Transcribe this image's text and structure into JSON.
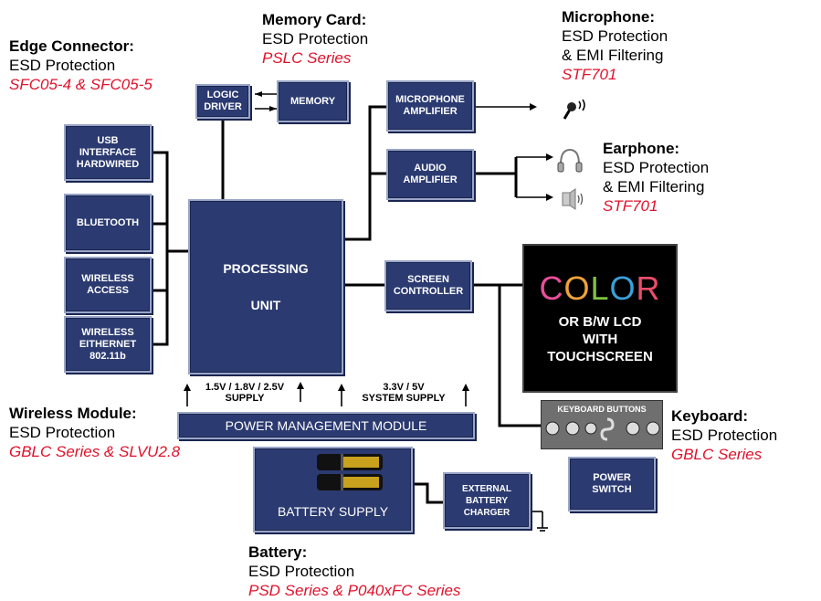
{
  "annotations": {
    "edge": {
      "title": "Edge Connector:",
      "line": "ESD Protection",
      "series": "SFC05-4 & SFC05-5"
    },
    "memory": {
      "title": "Memory  Card:",
      "line": "ESD Protection",
      "series": "PSLC Series"
    },
    "microphone": {
      "title": "Microphone:",
      "line1": "ESD Protection",
      "line2": "& EMI Filtering",
      "series": "STF701"
    },
    "earphone": {
      "title": "Earphone:",
      "line1": "ESD Protection",
      "line2": "& EMI Filtering",
      "series": "STF701"
    },
    "wireless": {
      "title": "Wireless Module:",
      "line": "ESD Protection",
      "series": "GBLC Series & SLVU2.8"
    },
    "keyboard": {
      "title": "Keyboard:",
      "line": "ESD Protection",
      "series": "GBLC Series"
    },
    "battery": {
      "title": "Battery:",
      "line": "ESD Protection",
      "series": "PSD Series & P040xFC Series"
    }
  },
  "blocks": {
    "logic_driver": "LOGIC DRIVER",
    "memory": "MEMORY",
    "mic_amp": "MICROPHONE AMPLIFIER",
    "audio_amp": "AUDIO AMPLIFIER",
    "usb": "USB INTERFACE HARDWIRED",
    "bluetooth": "BLUETOOTH",
    "wireless_access": "WIRELESS ACCESS",
    "wireless_ethernet": "WIRELESS EITHERNET 802.11b",
    "processing": "PROCESSING",
    "unit": "UNIT",
    "screen_controller": "SCREEN CONTROLLER",
    "power_mgmt": "POWER MANAGEMENT MODULE",
    "battery_supply": "BATTERY SUPPLY",
    "charger": "EXTERNAL BATTERY CHARGER",
    "power_switch": "POWER SWITCH"
  },
  "supply": {
    "left_volts": "1.5V / 1.8V / 2.5V",
    "left_label": "SUPPLY",
    "right_volts": "3.3V / 5V",
    "right_label": "SYSTEM SUPPLY"
  },
  "lcd": {
    "color_letters": [
      {
        "ch": "C",
        "color": "#e94e9a"
      },
      {
        "ch": "O",
        "color": "#f2a23a"
      },
      {
        "ch": "L",
        "color": "#7fc242"
      },
      {
        "ch": "O",
        "color": "#3aa0d8"
      },
      {
        "ch": "R",
        "color": "#e94e6a"
      }
    ],
    "line1": "OR B/W LCD",
    "line2": "WITH",
    "line3": "TOUCHSCREEN"
  },
  "keyboard_buttons": "KEYBOARD BUTTONS",
  "colors": {
    "block": "#2b3a70",
    "series": "#e0112b"
  }
}
